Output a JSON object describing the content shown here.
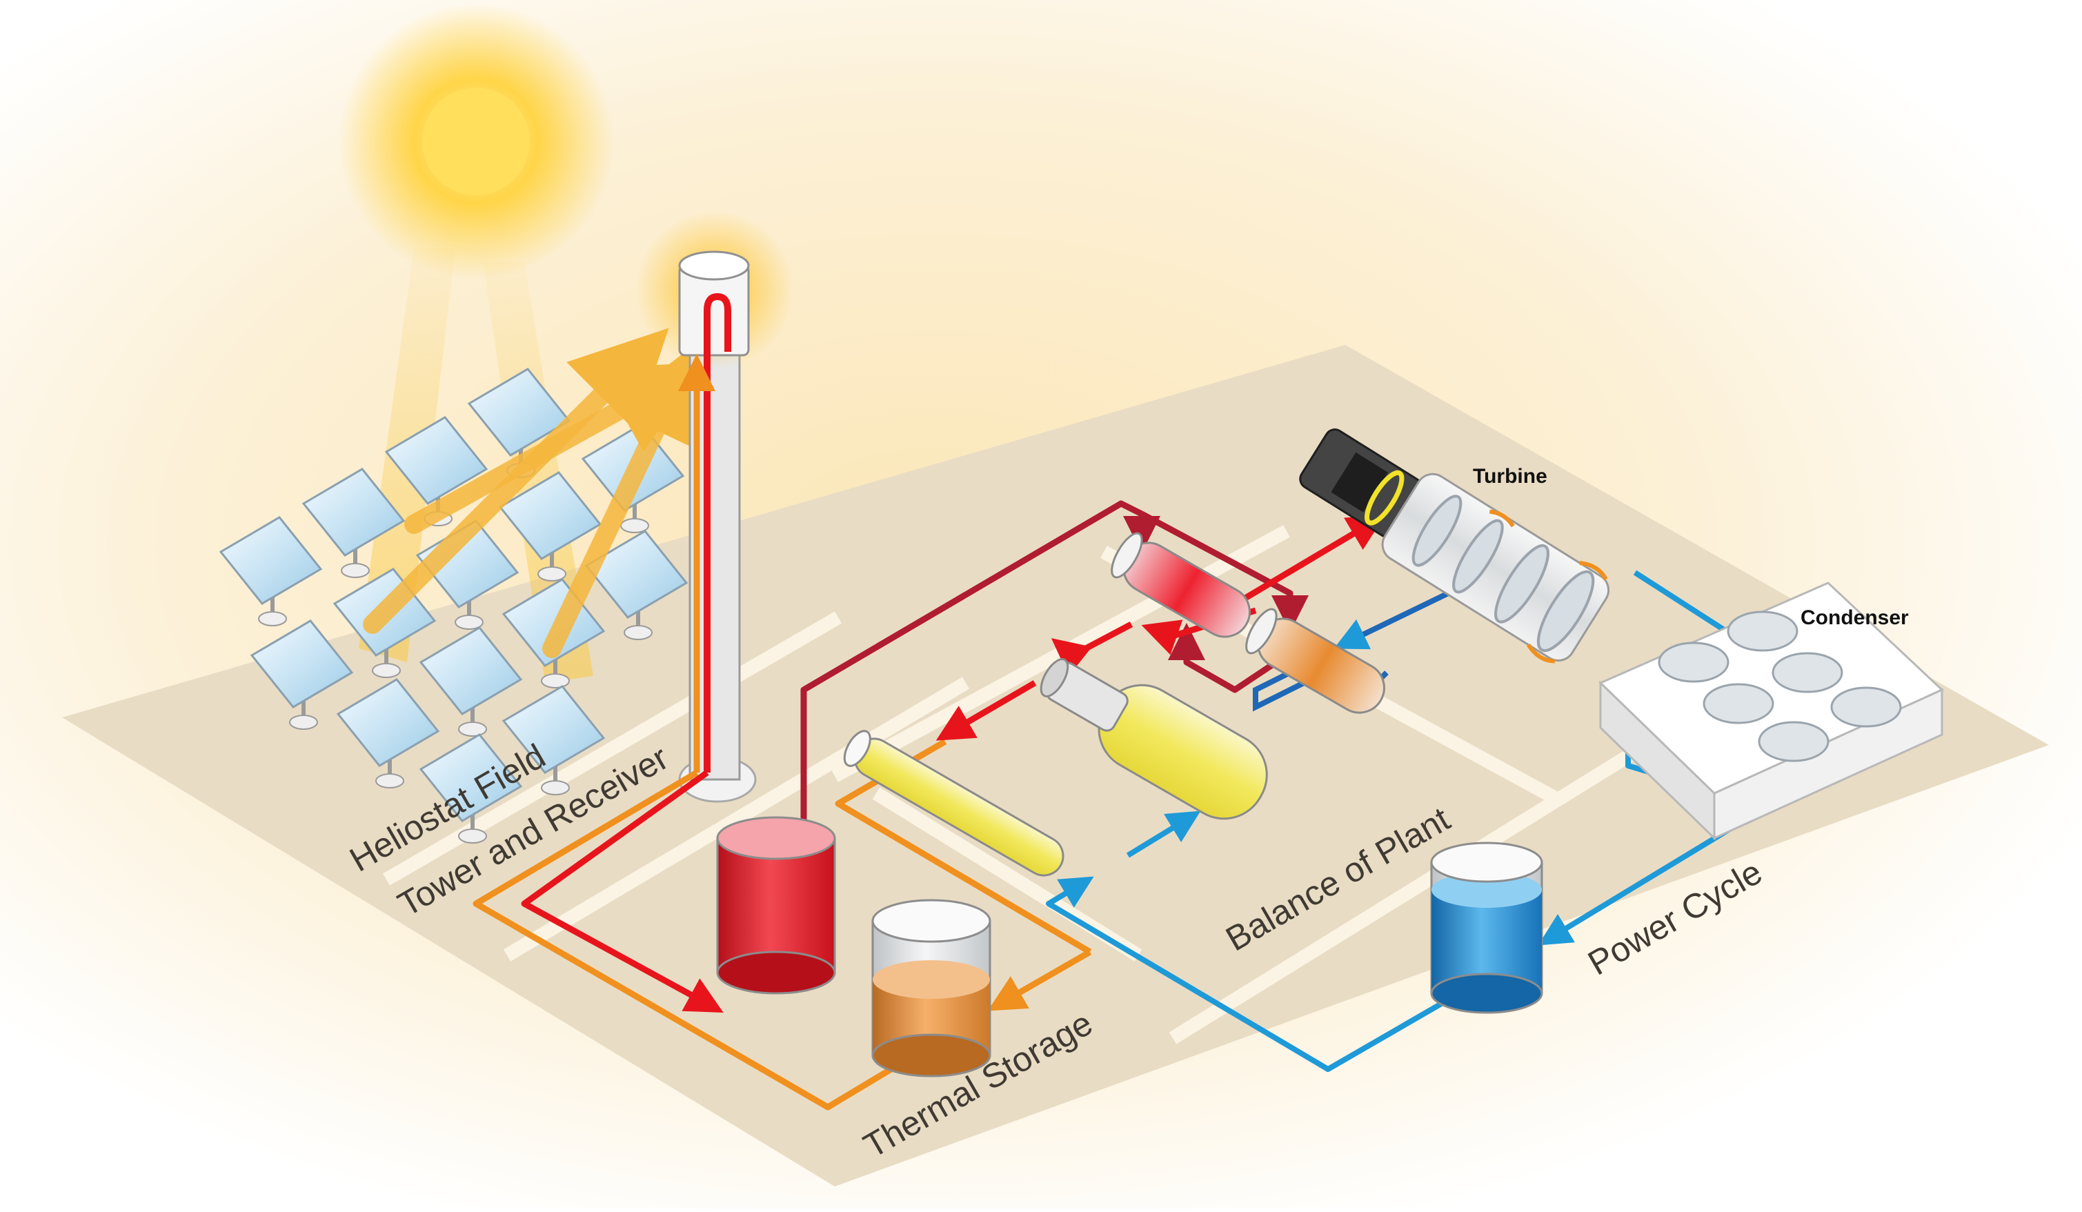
{
  "zones": {
    "heliostat_field": "Heliostat Field",
    "tower_receiver": "Tower and Receiver",
    "thermal_storage": "Thermal Storage",
    "balance_of_plant": "Balance of Plant",
    "power_cycle": "Power Cycle"
  },
  "components": {
    "turbine": "Turbine",
    "condenser": "Condenser"
  },
  "colors": {
    "hot": "#e8141c",
    "hot_dark": "#b01c30",
    "warm": "#f0901e",
    "cold": "#1e9ad8",
    "sun": "#f7c21a",
    "ground": "#e9dcc4",
    "zone_border": "#fbf4e4"
  }
}
